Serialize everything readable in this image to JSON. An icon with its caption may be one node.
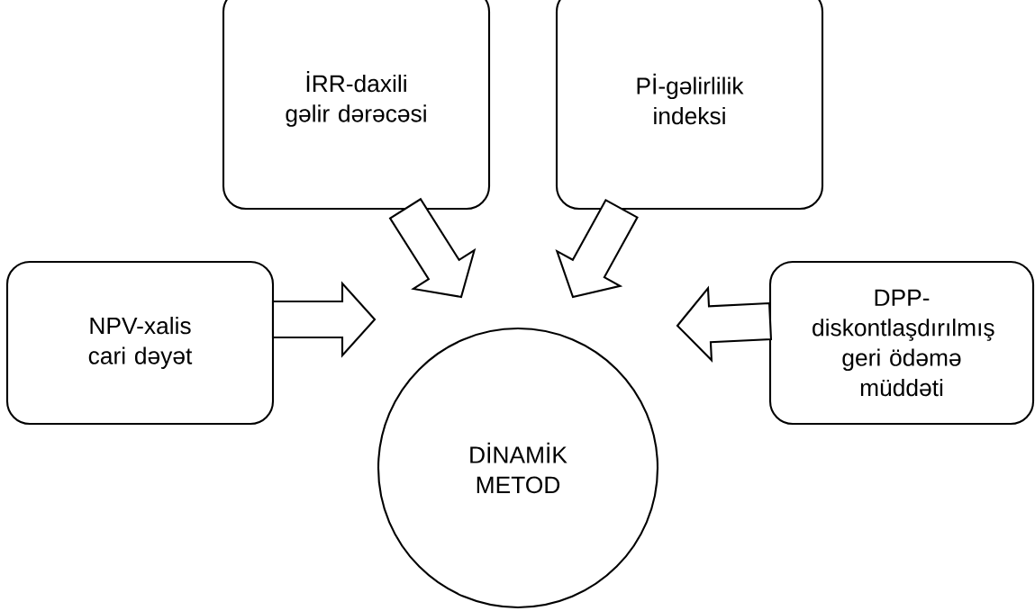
{
  "diagram": {
    "nodes": [
      {
        "text": [
          "NPV-xalis cari dəyət"
        ]
      },
      {
        "text": [
          "İRR-daxili gəlir dərəcəsi"
        ]
      },
      {
        "text": [
          "Pİ-gəlirlilik indeksi"
        ]
      },
      {
        "text": [
          "DPP-diskontlaşdırılmış geri ödəmə müddəti"
        ]
      },
      {
        "text": [
          "DİNAMİK METOD"
        ]
      }
    ],
    "edges": [
      {
        "from": 0,
        "to": 4,
        "arrow": "to"
      },
      {
        "from": 1,
        "to": 4,
        "arrow": "to"
      },
      {
        "from": 2,
        "to": 4,
        "arrow": "to"
      },
      {
        "from": 3,
        "to": 4,
        "arrow": "to"
      }
    ]
  }
}
